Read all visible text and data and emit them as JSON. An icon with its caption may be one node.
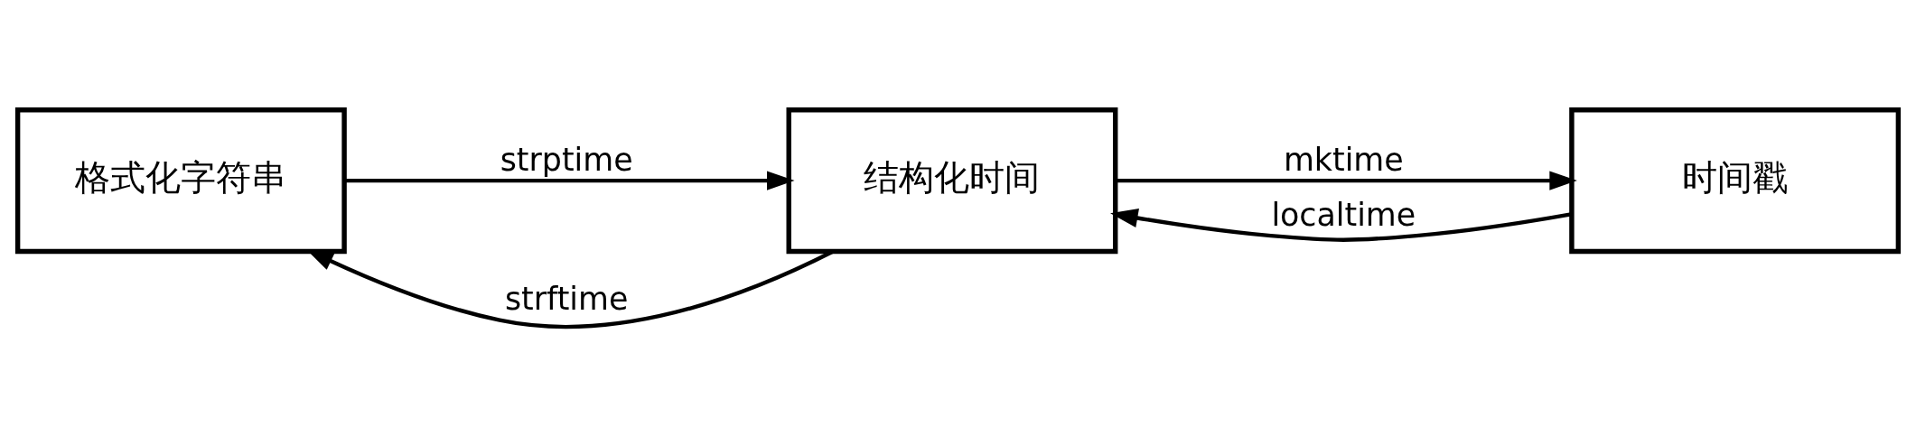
{
  "diagram": {
    "nodes": [
      {
        "text": [
          "格式化字符串"
        ]
      },
      {
        "text": [
          "结构化时间"
        ]
      },
      {
        "text": [
          "时间戳"
        ]
      }
    ],
    "edges": [
      {
        "from": 1,
        "to": 0,
        "arrow": "to",
        "label": "strftime"
      },
      {
        "from": 0,
        "to": 1,
        "arrow": "to",
        "label": "strptime"
      },
      {
        "from": 1,
        "to": 2,
        "arrow": "to",
        "label": "mktime"
      },
      {
        "from": 2,
        "to": 1,
        "arrow": "to",
        "label": "localtime"
      }
    ]
  }
}
